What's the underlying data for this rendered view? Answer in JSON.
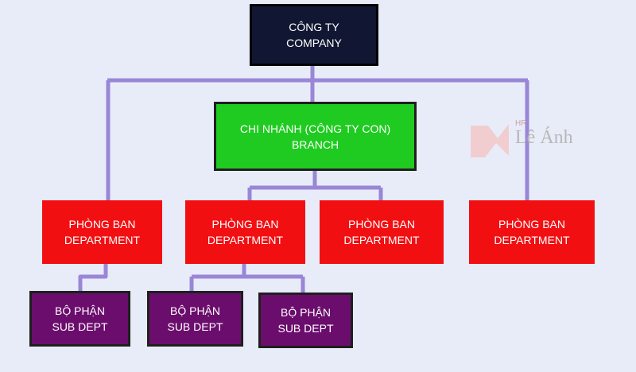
{
  "company": {
    "line1": "CÔNG TY",
    "line2": "COMPANY"
  },
  "branch": {
    "line1": "CHI NHÁNH (CÔNG TY CON)",
    "line2": "BRANCH"
  },
  "departments": [
    {
      "line1": "PHÒNG BAN",
      "line2": "DEPARTMENT"
    },
    {
      "line1": "PHÒNG BAN",
      "line2": "DEPARTMENT"
    },
    {
      "line1": "PHÒNG BAN",
      "line2": "DEPARTMENT"
    },
    {
      "line1": "PHÒNG BAN",
      "line2": "DEPARTMENT"
    }
  ],
  "subdepts": [
    {
      "line1": "BỘ PHẬN",
      "line2": "SUB DEPT"
    },
    {
      "line1": "BỘ PHẬN",
      "line2": "SUB DEPT"
    },
    {
      "line1": "BỘ PHẬN",
      "line2": "SUB DEPT"
    }
  ],
  "watermark": {
    "prefix": "HR",
    "name": "Lê Ánh"
  },
  "colors": {
    "connector": "#9a86d6",
    "company": "#111633",
    "branch": "#1fcb20",
    "department": "#f20f12",
    "subdept": "#6b0d6d"
  }
}
